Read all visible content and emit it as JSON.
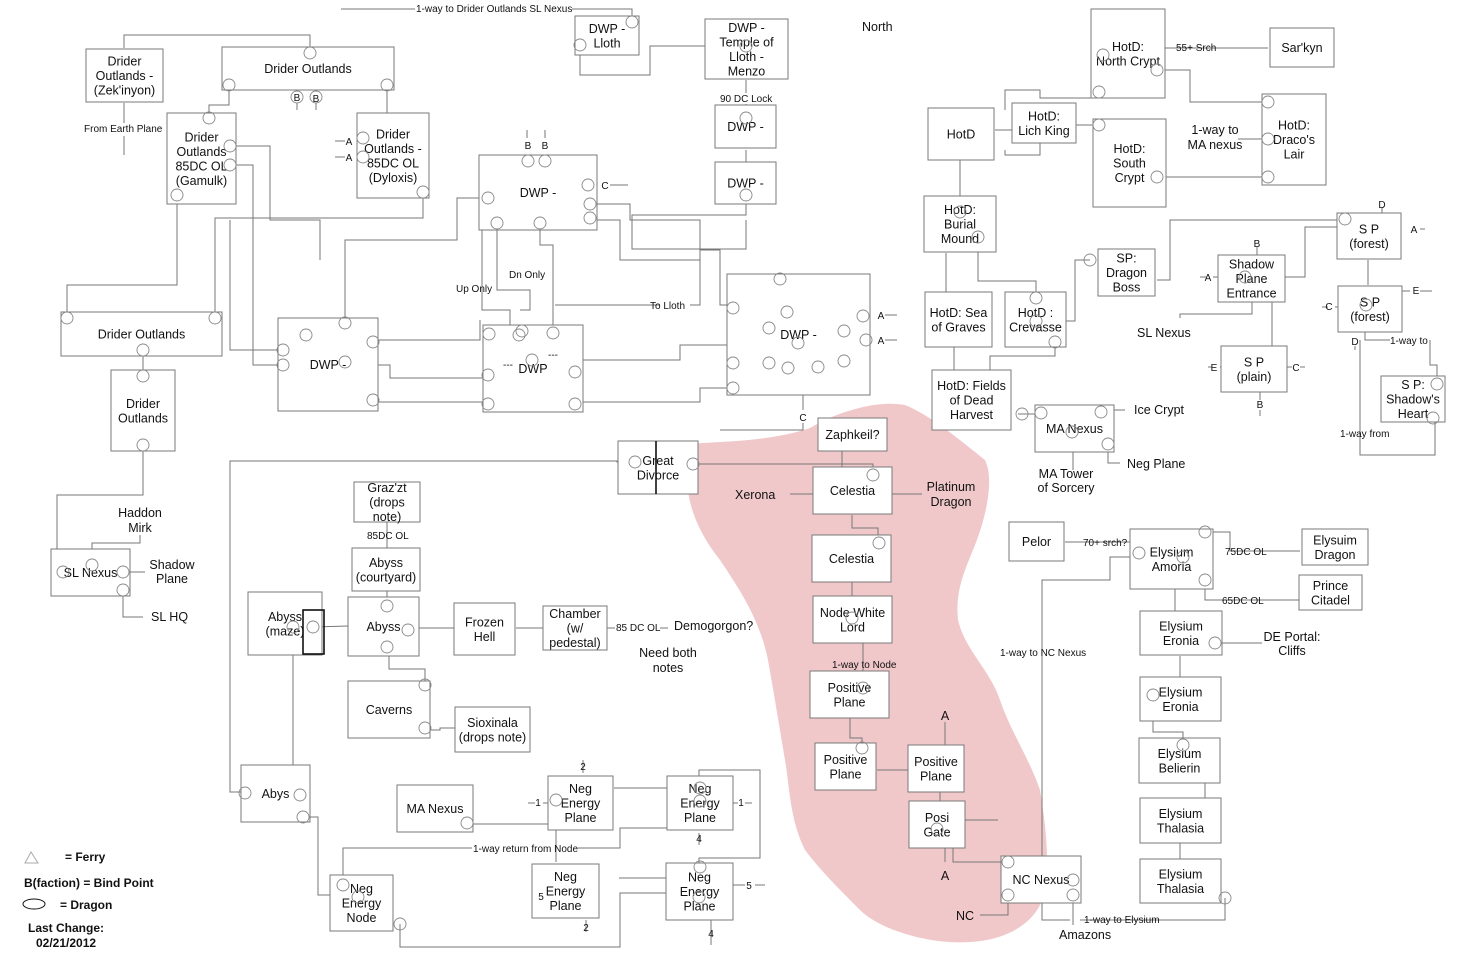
{
  "colors": {
    "region_fill": "#f0c8ca",
    "line": "#777777",
    "box_border": "#7a7a7a"
  },
  "nodes": [
    {
      "id": "drider-zek",
      "lines": [
        "Drider",
        "Outlands -",
        "(Zek'inyon)"
      ]
    },
    {
      "id": "drider-outlands-top",
      "lines": [
        "Drider Outlands"
      ]
    },
    {
      "id": "drider-gamulk",
      "lines": [
        "Drider",
        "Outlands",
        "85DC OL",
        "(Gamulk)"
      ]
    },
    {
      "id": "drider-dyloxis",
      "lines": [
        "Drider",
        "Outlands -",
        "85DC OL",
        "(Dyloxis)"
      ]
    },
    {
      "id": "dwp-lloth",
      "lines": [
        "DWP -",
        "Lloth"
      ]
    },
    {
      "id": "dwp-temple",
      "lines": [
        "DWP -",
        "Temple of",
        "Lloth -",
        "Menzo"
      ]
    },
    {
      "id": "dwp-a",
      "lines": [
        "DWP -"
      ]
    },
    {
      "id": "dwp-b",
      "lines": [
        "DWP -"
      ]
    },
    {
      "id": "dwp-c",
      "lines": [
        "DWP -"
      ]
    },
    {
      "id": "drider-outlands-mid",
      "lines": [
        "Drider Outlands"
      ]
    },
    {
      "id": "drider-outlands-low",
      "lines": [
        "Drider",
        "Outlands"
      ]
    },
    {
      "id": "dwp-left",
      "lines": [
        "DWP -"
      ]
    },
    {
      "id": "dwp-center",
      "lines": [
        "DWP"
      ]
    },
    {
      "id": "dwp-right",
      "lines": [
        "DWP -"
      ]
    },
    {
      "id": "hotd",
      "lines": [
        "HotD"
      ]
    },
    {
      "id": "hotd-lich",
      "lines": [
        "HotD:",
        "Lich King"
      ]
    },
    {
      "id": "hotd-north-crypt",
      "lines": [
        "HotD:",
        "North Crypt"
      ]
    },
    {
      "id": "sarkyn",
      "lines": [
        "Sar'kyn"
      ]
    },
    {
      "id": "hotd-south-crypt",
      "lines": [
        "HotD:",
        "South",
        "Crypt"
      ]
    },
    {
      "id": "hotd-draco",
      "lines": [
        "HotD:",
        "Draco's",
        "Lair"
      ]
    },
    {
      "id": "hotd-burial",
      "lines": [
        "HotD:",
        "Burial",
        "Mound"
      ]
    },
    {
      "id": "hotd-sea",
      "lines": [
        "HotD: Sea",
        "of Graves"
      ]
    },
    {
      "id": "hotd-crevasse",
      "lines": [
        "HotD :",
        "Crevasse"
      ]
    },
    {
      "id": "hotd-fields",
      "lines": [
        "HotD: Fields",
        "of Dead",
        "Harvest"
      ]
    },
    {
      "id": "sp-dragon",
      "lines": [
        "SP:",
        "Dragon",
        "Boss"
      ]
    },
    {
      "id": "sp-entrance",
      "lines": [
        "Shadow",
        "Plane",
        "Entrance"
      ]
    },
    {
      "id": "sp-forest-1",
      "lines": [
        "S P",
        "(forest)"
      ]
    },
    {
      "id": "sp-forest-2",
      "lines": [
        "S P",
        "(forest)"
      ]
    },
    {
      "id": "sp-plain",
      "lines": [
        "S P",
        "(plain)"
      ]
    },
    {
      "id": "sp-heart",
      "lines": [
        "S P:",
        "Shadow's",
        "Heart"
      ]
    },
    {
      "id": "ma-nexus-top",
      "lines": [
        "MA Nexus"
      ]
    },
    {
      "id": "zaphkeil",
      "lines": [
        "Zaphkeil?"
      ]
    },
    {
      "id": "great-divorce",
      "lines": [
        "Great",
        "Divorce"
      ]
    },
    {
      "id": "celestia-1",
      "lines": [
        "Celestia"
      ]
    },
    {
      "id": "celestia-2",
      "lines": [
        "Celestia"
      ]
    },
    {
      "id": "node-white-lord",
      "lines": [
        "Node White",
        "Lord"
      ]
    },
    {
      "id": "positive-1",
      "lines": [
        "Positive",
        "Plane"
      ]
    },
    {
      "id": "positive-2",
      "lines": [
        "Positive",
        "Plane"
      ]
    },
    {
      "id": "positive-3",
      "lines": [
        "Positive",
        "Plane"
      ]
    },
    {
      "id": "posi-gate",
      "lines": [
        "Posi",
        "Gate"
      ]
    },
    {
      "id": "nc-nexus",
      "lines": [
        "NC Nexus"
      ]
    },
    {
      "id": "pelor",
      "lines": [
        "Pelor"
      ]
    },
    {
      "id": "elysium-amoria",
      "lines": [
        "Elysium",
        "Amoria"
      ]
    },
    {
      "id": "elysium-dragon",
      "lines": [
        "Elysuim",
        "Dragon"
      ]
    },
    {
      "id": "prince-citadel",
      "lines": [
        "Prince",
        "Citadel"
      ]
    },
    {
      "id": "elysium-eronia-1",
      "lines": [
        "Elysium",
        "Eronia"
      ]
    },
    {
      "id": "elysium-eronia-2",
      "lines": [
        "Elysium",
        "Eronia"
      ]
    },
    {
      "id": "elysium-belierin",
      "lines": [
        "Elysium",
        "Belierin"
      ]
    },
    {
      "id": "elysium-thalasia-1",
      "lines": [
        "Elysium",
        "Thalasia"
      ]
    },
    {
      "id": "elysium-thalasia-2",
      "lines": [
        "Elysium",
        "Thalasia"
      ]
    },
    {
      "id": "sl-nexus",
      "lines": [
        "SL Nexus"
      ]
    },
    {
      "id": "grazzt",
      "lines": [
        "Graz'zt",
        "(drops",
        "note)"
      ]
    },
    {
      "id": "abyss-courtyard",
      "lines": [
        "Abyss",
        "(courtyard)"
      ]
    },
    {
      "id": "abyss-maze",
      "lines": [
        "Abyss",
        "(maze)"
      ]
    },
    {
      "id": "abyss",
      "lines": [
        "Abyss"
      ]
    },
    {
      "id": "frozen-hell",
      "lines": [
        "Frozen",
        "Hell"
      ]
    },
    {
      "id": "chamber",
      "lines": [
        "Chamber",
        "(w/",
        "pedestal)"
      ]
    },
    {
      "id": "caverns",
      "lines": [
        "Caverns"
      ]
    },
    {
      "id": "sioxinala",
      "lines": [
        "Sioxinala",
        "(drops note)"
      ]
    },
    {
      "id": "abyss-lower",
      "lines": [
        "Abys"
      ]
    },
    {
      "id": "ma-nexus-bottom",
      "lines": [
        "MA Nexus"
      ]
    },
    {
      "id": "neg-energy-1",
      "lines": [
        "Neg",
        "Energy",
        "Plane"
      ]
    },
    {
      "id": "neg-energy-2",
      "lines": [
        "Neg",
        "Energy",
        "Plane"
      ]
    },
    {
      "id": "neg-energy-3",
      "lines": [
        "Neg",
        "Energy",
        "Plane"
      ]
    },
    {
      "id": "neg-energy-4",
      "lines": [
        "Neg",
        "Energy",
        "Plane"
      ]
    },
    {
      "id": "neg-energy-node",
      "lines": [
        "Neg",
        "Energy",
        "Node"
      ]
    }
  ],
  "labels": {
    "north": "North",
    "oneway_drider_sl": "1-way to  Drider Outlands SL Nexus",
    "from_earth": "From Earth Plane",
    "dc90_lock": "90 DC Lock",
    "srch55": "55+ Srch",
    "oneway_ma": [
      "1-way to",
      "MA nexus"
    ],
    "up_only": "Up Only",
    "dn_only": "Dn Only",
    "to_lloth": "To Lloth",
    "sl_nexus_ref": "SL Nexus",
    "ice_crypt": "Ice Crypt",
    "neg_plane": "Neg Plane",
    "ma_tower": [
      "MA Tower",
      "of Sorcery"
    ],
    "oneway_to": "1-way to",
    "oneway_from": "1-way from",
    "xerona": "Xerona",
    "platinum_dragon": [
      "Platinum",
      "Dragon"
    ],
    "oneway_node": "1-way to Node",
    "srch70": "70+ srch?",
    "dc75": "75DC OL",
    "dc65": "65DC OL",
    "de_portal": [
      "DE Portal:",
      "Cliffs"
    ],
    "oneway_nc": "1-way to NC Nexus",
    "oneway_elysium": "1-way to Elysium",
    "amazons": "Amazons",
    "nc": "NC",
    "haddon": [
      "Haddon",
      "Mirk"
    ],
    "shadow_plane": [
      "Shadow",
      "Plane"
    ],
    "sl_hq": "SL HQ",
    "dc85_ol": "85DC OL",
    "dc85_ol_2": "85 DC OL",
    "demogorgon": "Demogorgon?",
    "need_notes": [
      "Need both",
      "notes"
    ],
    "oneway_return": "1-way return from Node",
    "ports": {
      "a": "A",
      "b": "B",
      "c": "C",
      "d": "D",
      "e": "E",
      "n1": "1",
      "n2": "2",
      "n4": "4",
      "n5": "5",
      "dash": "---"
    }
  },
  "legend": {
    "ferry": "= Ferry",
    "bind": "B(faction) = Bind Point",
    "dragon": "= Dragon",
    "last_change_label": "Last Change:",
    "last_change_date": "02/21/2012"
  }
}
